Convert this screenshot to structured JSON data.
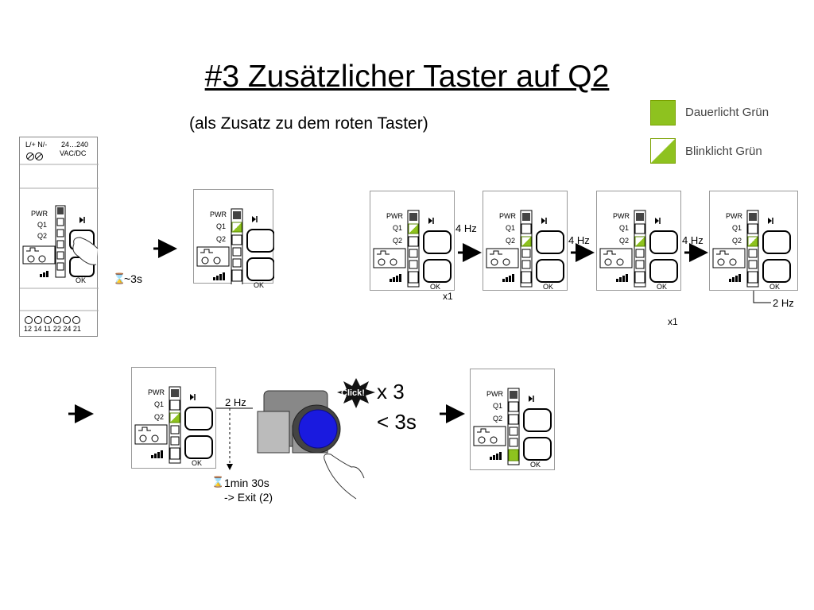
{
  "title": "#3 Zusätzlicher Taster auf Q2",
  "subtitle": "(als Zusatz zu dem roten Taster)",
  "legend": {
    "steady": {
      "label": "Dauerlicht Grün",
      "color": "#8ec21f"
    },
    "blink": {
      "label": "Blinklicht Grün",
      "color": "#8ec21f"
    }
  },
  "device": {
    "top_terminals": "L/+ N/-",
    "voltage_line1": "24…240",
    "voltage_line2": "VAC/DC",
    "bottom_terminals": "12 14 11 22 24 21"
  },
  "leds": {
    "pwr": "PWR",
    "q1": "Q1",
    "q2": "Q2"
  },
  "ok_label": "OK",
  "freq_4hz": "4 Hz",
  "freq_2hz": "2 Hz",
  "press_x1": "x1",
  "hold_time": "~3s",
  "click": {
    "badge": "Click!",
    "count": "x 3",
    "duration": "< 3s"
  },
  "timeout": {
    "line1": "1min 30s",
    "line2": "-> Exit (2)"
  },
  "colors": {
    "accent": "#8ec21f",
    "button_blue": "#1a1adf"
  }
}
